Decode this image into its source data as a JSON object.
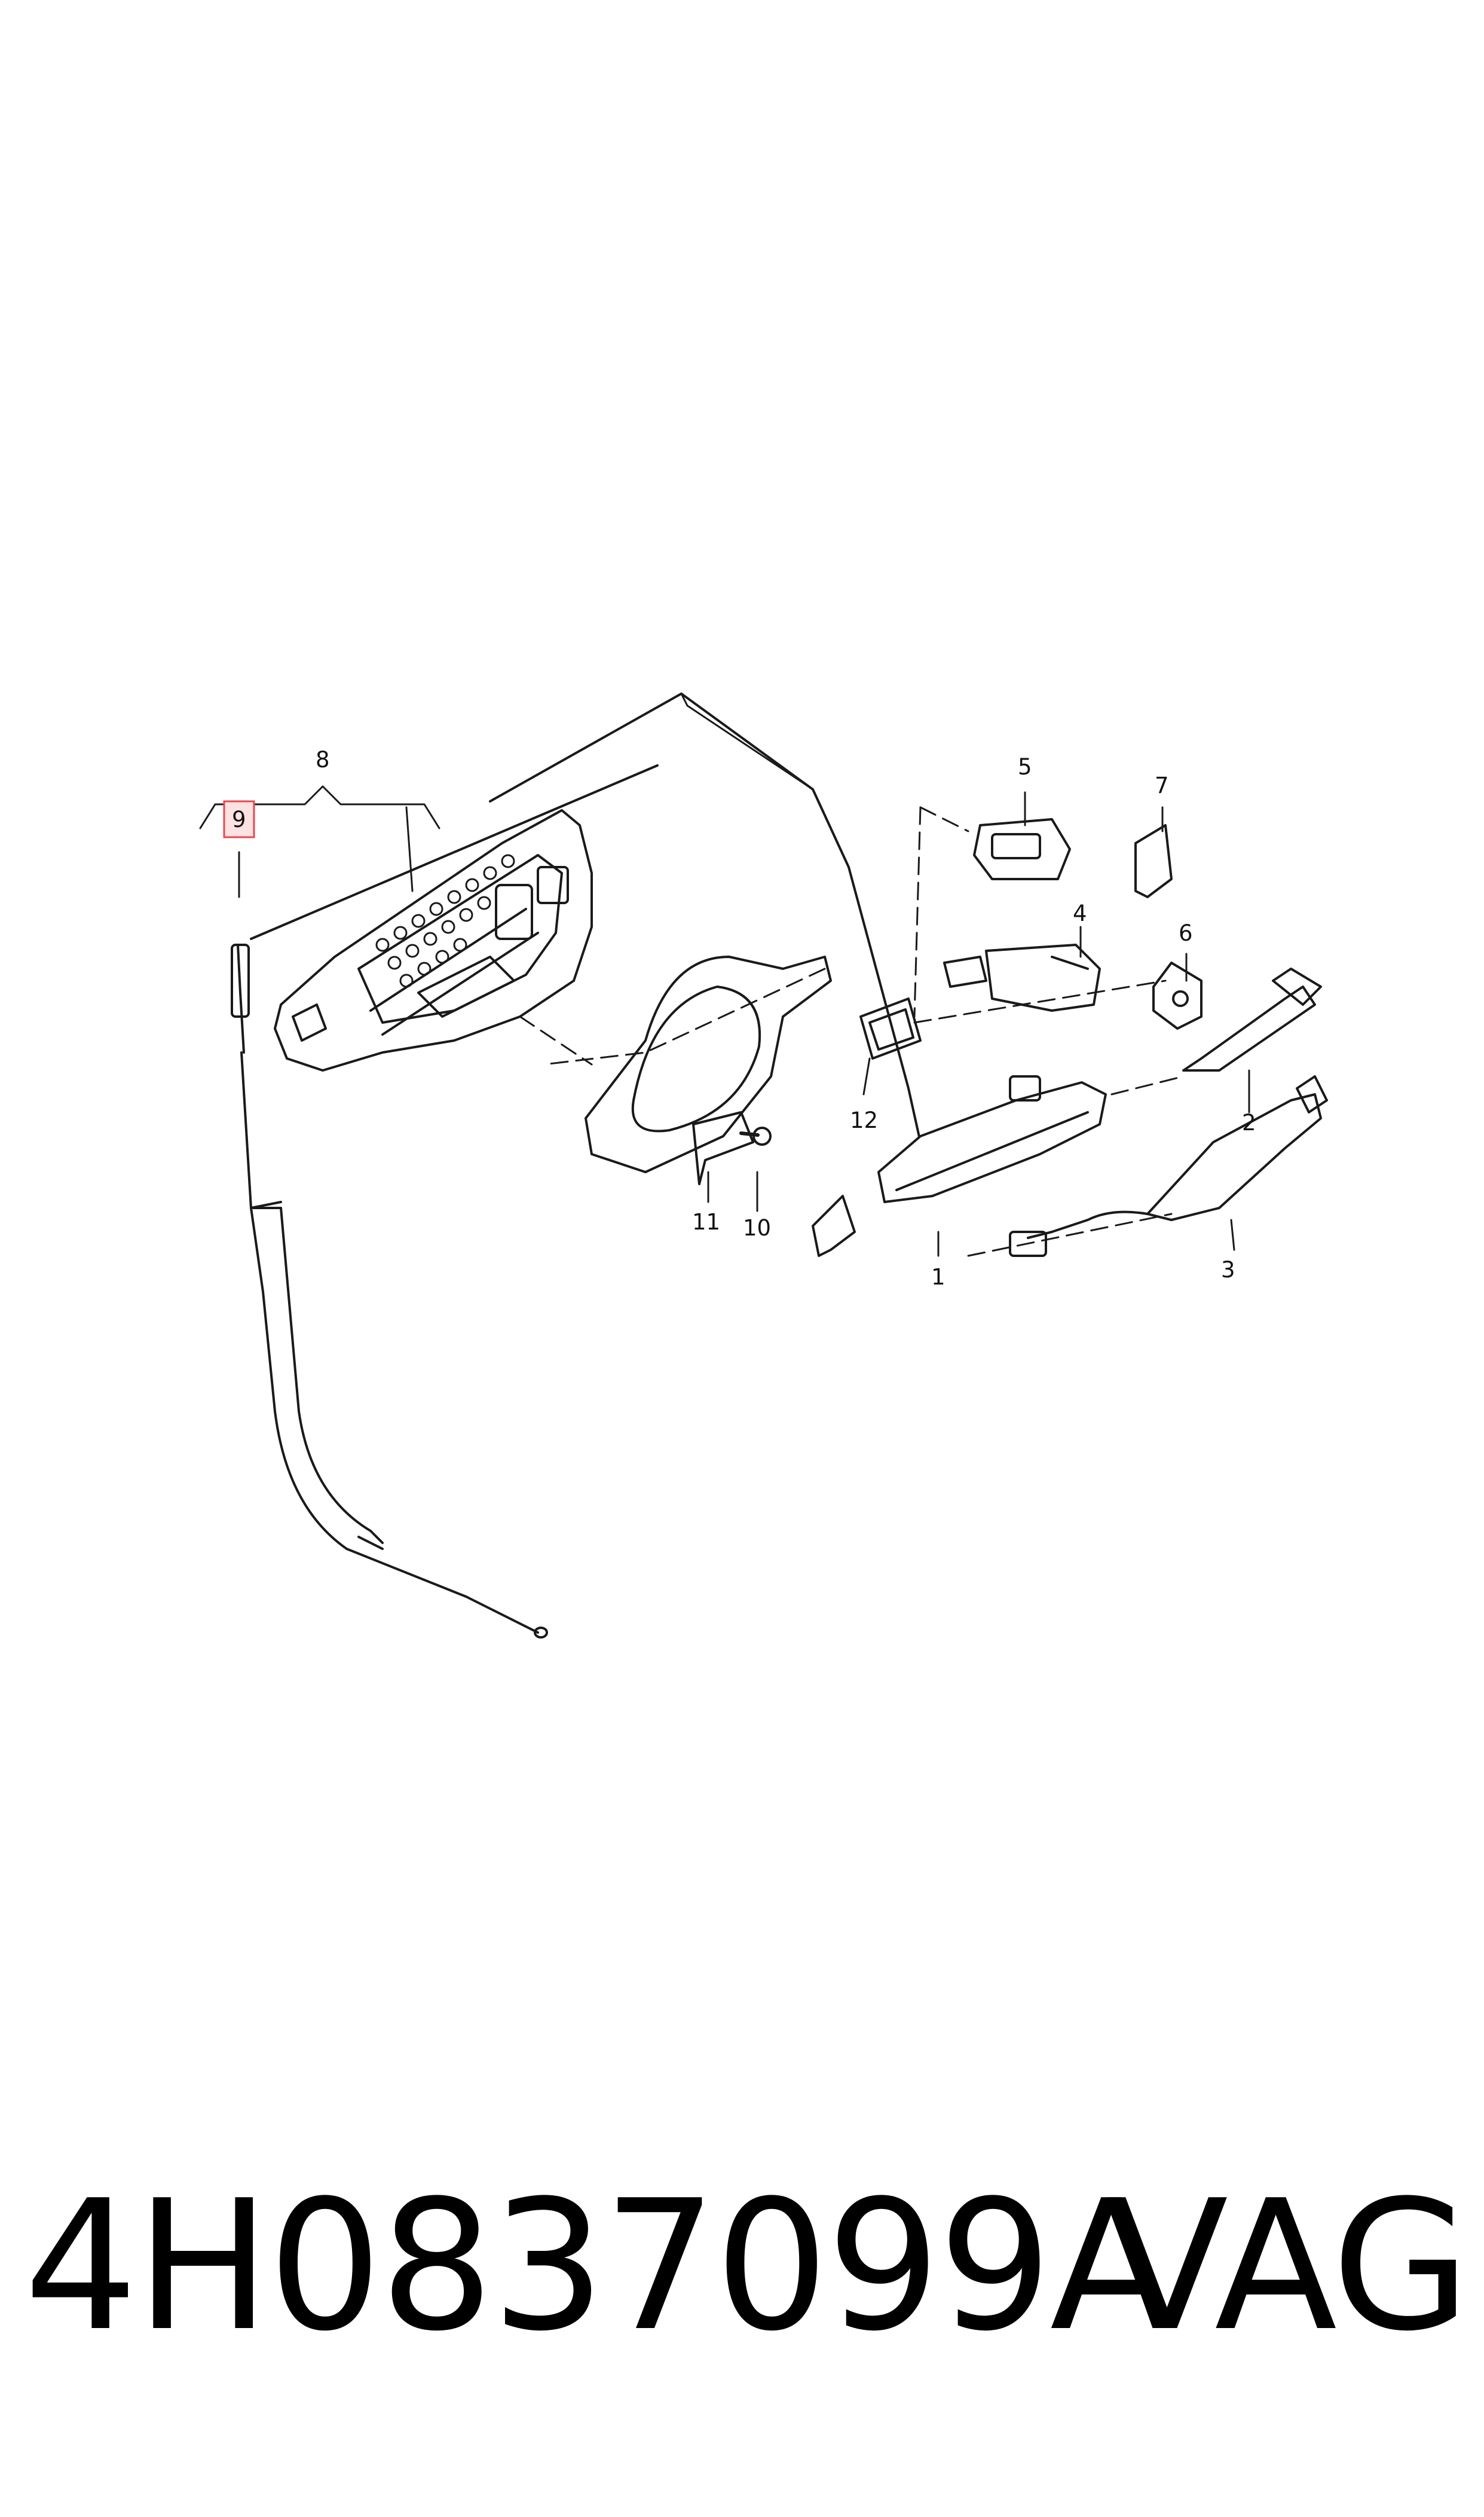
{
  "diagram": {
    "callouts": [
      {
        "id": "1",
        "label": "1"
      },
      {
        "id": "2",
        "label": "2"
      },
      {
        "id": "3",
        "label": "3"
      },
      {
        "id": "4",
        "label": "4"
      },
      {
        "id": "5",
        "label": "5"
      },
      {
        "id": "6",
        "label": "6"
      },
      {
        "id": "7",
        "label": "7"
      },
      {
        "id": "8",
        "label": "8"
      },
      {
        "id": "9",
        "label": "9",
        "highlighted": true
      },
      {
        "id": "10",
        "label": "10"
      },
      {
        "id": "11",
        "label": "11"
      },
      {
        "id": "12",
        "label": "12"
      }
    ],
    "highlight_color": "#e8474f",
    "highlight_fill": "#fde2e2",
    "line_color": "#1a1a1a"
  },
  "footer": {
    "part_number": "4H0837099A",
    "brand": "VAG"
  }
}
